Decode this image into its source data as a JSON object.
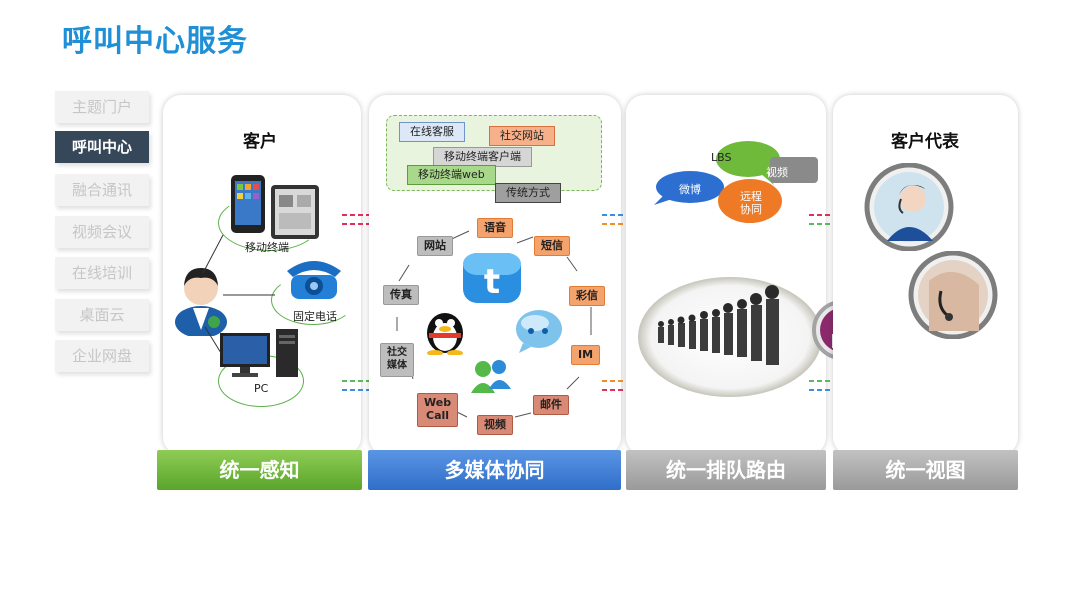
{
  "title": "呼叫中心服务",
  "sidebar": {
    "items": [
      {
        "label": "主题门户"
      },
      {
        "label": "呼叫中心"
      },
      {
        "label": "融合通讯"
      },
      {
        "label": "视频会议"
      },
      {
        "label": "在线培训"
      },
      {
        "label": "桌面云"
      },
      {
        "label": "企业网盘"
      }
    ],
    "active_index": 1
  },
  "panel1": {
    "heading": "客户",
    "mobile_label": "移动终端",
    "phone_label": "固定电话",
    "pc_label": "PC"
  },
  "panel2": {
    "tags": {
      "online_service": "在线客服",
      "social_site": "社交网站",
      "mobile_client": "移动终端客户端",
      "mobile_web": "移动终端web",
      "traditional": "传统方式"
    },
    "channels": {
      "voice": "语音",
      "sms": "短信",
      "mms": "彩信",
      "im": "IM",
      "email": "邮件",
      "video": "视频",
      "webcall_1": "Web",
      "webcall_2": "Call",
      "social_1": "社交",
      "social_2": "媒体",
      "fax": "传真",
      "website": "网站"
    }
  },
  "panel3": {
    "bubbles": {
      "lbs": "LBS",
      "video": "视频",
      "weibo": "微博",
      "remote_1": "远程",
      "remote_2": "协同"
    }
  },
  "panel4": {
    "heading": "客户代表"
  },
  "bars": {
    "b1": "统一感知",
    "b2": "多媒体协同",
    "b3": "统一排队路由",
    "b4": "统一视图"
  },
  "colors": {
    "title": "#1f8fd6",
    "sidebar_active": "#37475a",
    "bar_green": "#5aa52b",
    "bar_blue": "#2f6ec9",
    "bar_grey": "#9a9a9a",
    "channel_orange": "#f4a36d",
    "bubble_green": "#6fba3a",
    "bubble_blue": "#2c6fd1",
    "bubble_orange": "#ee7a25",
    "bubble_grey": "#8a8a8a"
  }
}
